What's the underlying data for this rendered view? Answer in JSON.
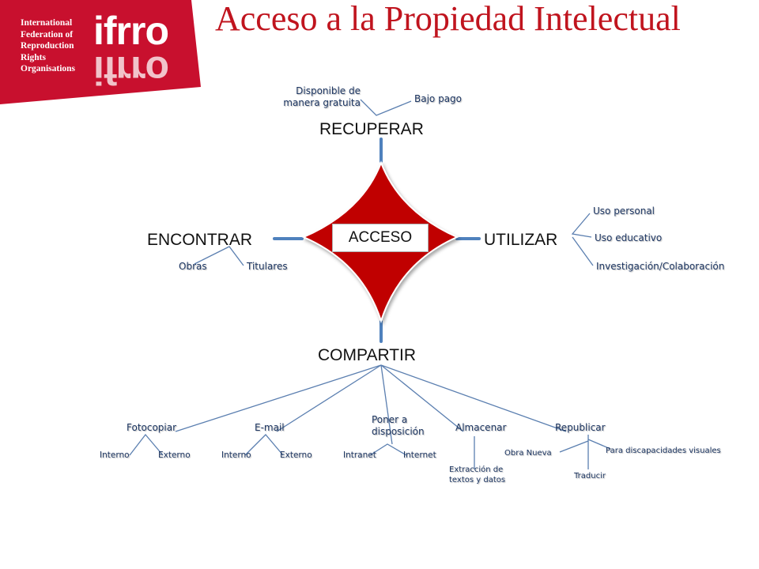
{
  "header": {
    "title": "Acceso a la Propiedad Intelectual",
    "logo_text": [
      "International",
      "Federation of",
      "Reproduction",
      "Rights",
      "Organisations"
    ],
    "logo_mark": "ifrro",
    "banner_color": "#c8102e"
  },
  "center": {
    "label": "ACCESO",
    "color": "#c00000"
  },
  "nodes": {
    "recuperar": {
      "label": "RECUPERAR",
      "children": [
        "Disponible de manera gratuita",
        "Bajo pago"
      ]
    },
    "encontrar": {
      "label": "ENCONTRAR",
      "children": [
        "Obras",
        "Titulares"
      ]
    },
    "utilizar": {
      "label": "UTILIZAR",
      "children": [
        "Uso personal",
        "Uso educativo",
        "Investigación/Colaboración"
      ]
    },
    "compartir": {
      "label": "COMPARTIR",
      "children": [
        {
          "label": "Fotocopiar",
          "children": [
            "Interno",
            "Externo"
          ]
        },
        {
          "label": "E-mail",
          "children": [
            "Interno",
            "Externo"
          ]
        },
        {
          "label": "Poner a disposición",
          "children": [
            "Intranet",
            "Internet"
          ]
        },
        {
          "label": "Almacenar",
          "children": [
            "Extracción de textos y datos"
          ]
        },
        {
          "label": "Republicar",
          "children": [
            "Obra Nueva",
            "Para discapacidades visuales",
            "Traducir"
          ]
        }
      ]
    }
  },
  "colors": {
    "connector": "#4f81bd",
    "thin_line": "#5b7fb0",
    "label_text": "#1f3864",
    "title": "#c0141e"
  }
}
